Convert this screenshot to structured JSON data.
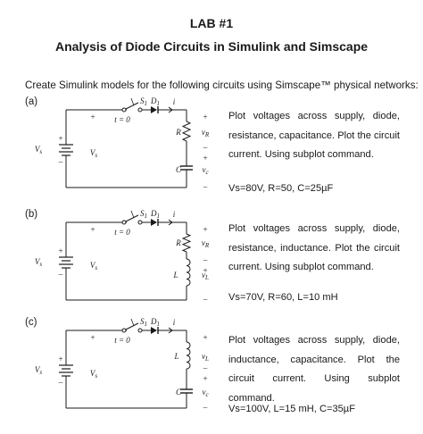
{
  "header": {
    "title": "LAB #1",
    "subtitle": "Analysis of Diode Circuits in Simulink and Simscape"
  },
  "intro": "Create Simulink models for the following circuits using Simscape™ physical networks:",
  "circuit_labels": {
    "vs": "V",
    "vs_sub": "s",
    "switch": "S",
    "switch_sub": "1",
    "diode": "D",
    "diode_sub": "1",
    "t0": "t = 0",
    "current": "i",
    "resistor": "R",
    "inductor": "L",
    "capacitor": "C",
    "v": "v",
    "vR_sub": "R",
    "vL_sub": "L",
    "vc_sub": "c",
    "plus": "+",
    "minus": "–"
  },
  "circuits": [
    {
      "tag": "(a)",
      "description": "Plot voltages across supply, diode, resistance, capacitance. Plot the circuit current. Using subplot command.",
      "params": "Vs=80V, R=50, C=25µF"
    },
    {
      "tag": "(b)",
      "description": "Plot voltages across supply, diode, resistance, inductance. Plot the circuit current. Using subplot command.",
      "params": "Vs=70V, R=60, L=10 mH"
    },
    {
      "tag": "(c)",
      "description": "Plot voltages across supply, diode, inductance, capacitance. Plot the circuit current. Using subplot command.",
      "params": "Vs=100V, L=15 mH, C=35µF"
    }
  ]
}
